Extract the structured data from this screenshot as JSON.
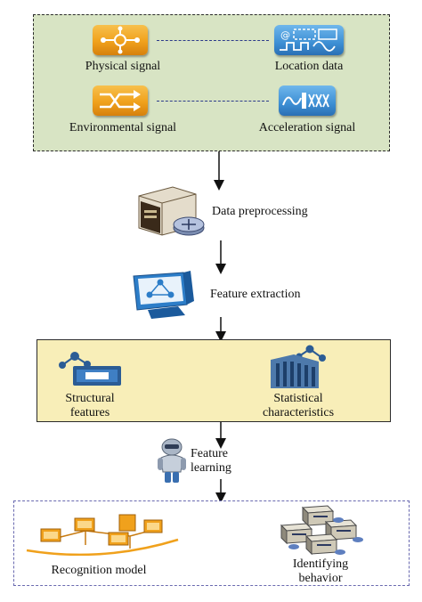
{
  "signals": {
    "physical_signal": "Physical signal",
    "location_data": "Location data",
    "environmental_signal": "Environmental signal",
    "acceleration_signal": "Acceleration signal"
  },
  "steps": {
    "data_preprocessing": "Data preprocessing",
    "feature_extraction": "Feature extraction",
    "feature_learning_line1": "Feature",
    "feature_learning_line2": "learning"
  },
  "features": {
    "structural_line1": "Structural",
    "structural_line2": "features",
    "statistical_line1": "Statistical",
    "statistical_line2": "characteristics"
  },
  "outputs": {
    "recognition_model": "Recognition model",
    "identifying_line1": "Identifying",
    "identifying_line2": "behavior"
  },
  "colors": {
    "signal_panel_bg": "#d8e4c4",
    "feature_panel_bg": "#f8eeb8",
    "output_panel_border": "#6a6ab0",
    "icon_orange": "#f0a11c",
    "icon_blue": "#3d8fd4",
    "connector": "#2c3a8a"
  },
  "icons": {
    "physical": "orange-network-tile-icon",
    "location": "blue-pulse-tile-icon",
    "environmental": "orange-arrows-tile-icon",
    "acceleration": "blue-wave-tile-icon",
    "preprocessing": "server-router-icon",
    "extraction": "monitor-network-icon",
    "structural": "network-monitor-icon",
    "statistical": "building-network-icon",
    "learning": "robot-figure-icon",
    "recognition": "computer-network-icon",
    "identifying": "server-cluster-icon"
  }
}
